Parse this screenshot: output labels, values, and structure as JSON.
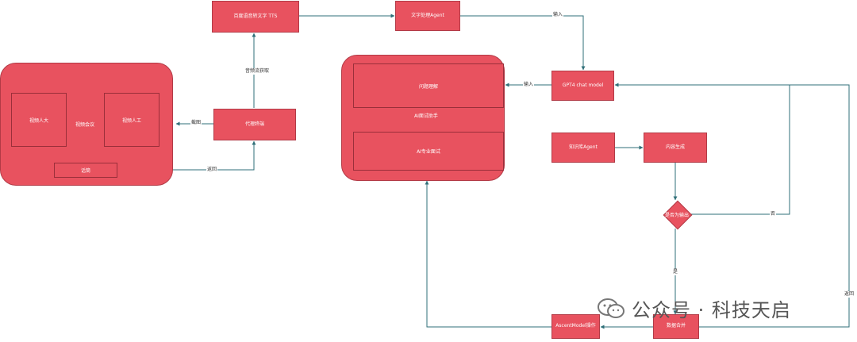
{
  "diagram": {
    "nodes": {
      "tts": "百度语音转文字 TTS",
      "text_agent": "文字处理Agent",
      "gpt4": "GPT4 chat model",
      "proxy": "代理终端",
      "ws_agent": "知识库Agent",
      "content_gen": "内容生成",
      "data_merge": "数据合并",
      "ascend": "AscentModel操作",
      "decision": "是否为输出"
    },
    "left_group": {
      "inner_left": "视频人大",
      "center": "视频会议",
      "inner_right": "视频人工",
      "bottom": "话筒"
    },
    "ai_group": {
      "top_box": "问题理解",
      "middle": "AI面试助手",
      "bottom_box": "AI专业面试"
    },
    "edge_labels": {
      "audio": "音频流获取",
      "capture": "截图",
      "return": "返回",
      "input_top": "输入",
      "input_left": "输入",
      "no": "否",
      "yes": "是",
      "return_right": "返回"
    },
    "watermark": {
      "text": "公众号 · 科技天启",
      "icon": "wechat-icon"
    }
  }
}
